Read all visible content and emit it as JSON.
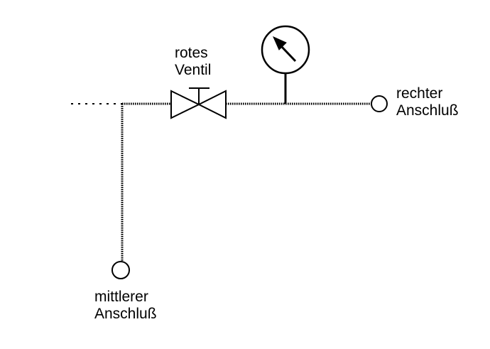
{
  "labels": {
    "valve": [
      "rotes",
      "Ventil"
    ],
    "right_port": [
      "rechter",
      "Anschluß"
    ],
    "middle_port": [
      "mittlerer",
      "Anschluß"
    ]
  },
  "colors": {
    "line": "#000000",
    "background": "#ffffff"
  },
  "symbols": {
    "valve": "valve-icon",
    "gauge": "pressure-gauge-icon",
    "port": "port-circle-icon"
  }
}
